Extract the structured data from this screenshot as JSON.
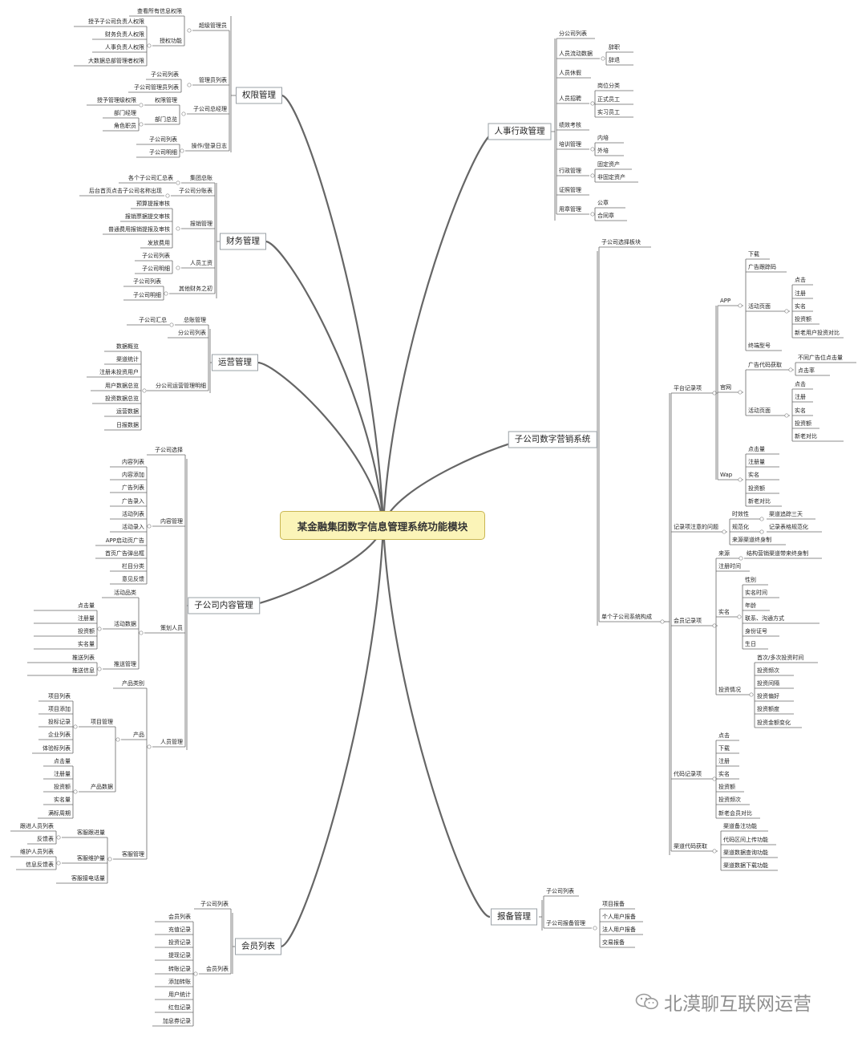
{
  "root": {
    "title": "某金融集团数字信息管理系统功能模块"
  },
  "colors": {
    "line": "#666666",
    "root_fill": "#fbf4b8",
    "root_border": "#c9b653",
    "watermark": "#8f8f8f"
  },
  "watermark": {
    "text": "北漠聊互联网运营",
    "icon": "wechat-icon"
  },
  "n": {
    "quanxian": "权限管理",
    "chaojiguanliyuan": "超级管理员",
    "chakansuoyou": "查看所有信息权限",
    "shouquangongneng": "授权功能",
    "shouyuzigongsi": "授予子公司负责人权限",
    "caiwufuzeren": "财务负责人权限",
    "renshifuzeren": "人事负责人权限",
    "dashuju": "大数据总部管理者权限",
    "guanliyuanliebiao": "管理员列表",
    "zigongsiliebiao": "子公司列表",
    "zigongsiguanliyuanliebiao": "子公司管理员列表",
    "zigongsizongjingli": "子公司总经理",
    "quanxianguanli": "权限管理",
    "shouyuguanlijiquanxian": "授予管理级权限",
    "bumenzonglan": "部门总览",
    "bumenjingli": "部门经理",
    "jiaosezhiyuan": "角色职员",
    "caozuodenglu": "操作/登录日志",
    "zigongsimingxi": "子公司明细",
    "caiwu": "财务管理",
    "jituanzongzhang": "集团总账",
    "gezigongsihuizong": "各个子公司汇总表",
    "zigongsifenzhang": "子公司分账表",
    "houtaishouye": "后台首页点击子公司名称出现",
    "baoxiaoguanli": "报销管理",
    "yusuantibao": "预算提报审核",
    "baoxiaoshenqing": "报销票据提交审核",
    "putongfeiyong": "普通费用报销提报及审核",
    "fafangfeiyong": "发放费用",
    "renyuangongzi": "人员工资",
    "zigongsimingxi2": "子公司明细",
    "qitacaiwu": "其他财务之初",
    "yunying": "运营管理",
    "zongzhangguanli": "总账管理",
    "zigongsihuizong": "子公司汇总",
    "fengongsiliebiao": "分公司列表",
    "fengongsiyunying": "分公司运营管理明细",
    "shujugailan": "数据概览",
    "qudaotongji": "渠道统计",
    "zhuceweitouzi": "注册未投资用户",
    "yonghushujuzonglan": "用户数据总览",
    "touzishujuzonglan": "投资数据总览",
    "yunyingshuju": "运营数据",
    "ribaoshuju": "日报数据",
    "neirong": "子公司内容管理",
    "zigongsixuanze": "子公司选择",
    "neirongguanli": "内容管理",
    "neirongliebiao": "内容列表",
    "neirongtianjia": "内容添加",
    "guanggaoliebiao": "广告列表",
    "guanggaoluru": "广告录入",
    "huodongliebiao": "活动列表",
    "huodongluru": "活动录入",
    "appqidongye": "APP启动页广告",
    "shouyetanchu": "首页广告弹出框",
    "lanmufenlei": "栏目分类",
    "yijianfankui": "意见反馈",
    "cehuarenyuan": "策划人员",
    "huodongpinlei": "活动品类",
    "huodongshuju": "活动数据",
    "dianjiliang": "点击量",
    "zhuceliang": "注册量",
    "touzie": "投资额",
    "shimingliang": "实名量",
    "tuisongguanli": "推送管理",
    "tuisongliebiao": "推送列表",
    "tuisongxinxi": "推送信息",
    "renyuanguanli": "人员管理",
    "chanpinleibie": "产品类别",
    "chanpin": "产品",
    "xiangmuguanli": "项目管理",
    "xiangmuliebiao": "项目列表",
    "xiangmutianjia": "项目添加",
    "toubiaojilu": "投标记录",
    "qiyeliebiao": "企业列表",
    "tiyanbiao": "体验标列表",
    "chanpinshuju": "产品数据",
    "manbiaozhouqi": "满标周期",
    "kefuguanli": "客服管理",
    "kefugenjin": "客服跟进量",
    "genjinrenyuan": "跟进人员列表",
    "fankuibiao": "反馈表",
    "kefuweihu": "客服维护量",
    "weihurenyuan": "维护人员列表",
    "xinxifankuibiao": "信息反馈表",
    "kefujiedian": "客服接电话量",
    "huiyuan": "会员列表",
    "huiyuanliebiao": "会员列表",
    "chongzhijilu": "充值记录",
    "touzijilu": "投资记录",
    "tixianjilu": "提现记录",
    "zhuanzhangjilu": "转账记录",
    "tianjiazhuanzhang": "添加转账",
    "yonghutongji": "用户统计",
    "hongbaojilu": "红包记录",
    "jiaxiquanjilu": "加息券记录",
    "renshi": "人事行政管理",
    "fengongsiliebiao2": "分公司列表",
    "renyuanliudong": "人员流动数据",
    "cizhi": "辞职",
    "cituì": "辞退",
    "renyuanxiujia": "人员休假",
    "renyuanzhaopin": "人员招聘",
    "gangweifenlei": "岗位分类",
    "zhengshiyuangong": "正式员工",
    "shixiyuangong": "实习员工",
    "jixiaokaohe": "绩效考核",
    "peixunguanli": "培训管理",
    "neipei": "内培",
    "waipei": "外培",
    "xingzhengguanli": "行政管理",
    "gudingzichan": "固定资产",
    "feigudingzichan": "非固定资产",
    "zhengzhaoguanli": "证照管理",
    "yongzhangguanli": "用章管理",
    "gongzhang": "公章",
    "hetongzhang": "合同章",
    "yingxiao": "子公司数字营销系统",
    "xuanzebankuai": "子公司选择板块",
    "pingtaijilu": "平台记录项",
    "app": "APP",
    "xiazai": "下载",
    "guanggaopeizhi": "广告跟踪码",
    "huodongyemian": "活动页面",
    "dianji": "点击",
    "zhuce": "注册",
    "shiming": "实名",
    "touzie2": "投资额",
    "xinlaoyonghu": "新老用户投资对比",
    "zhongduanxinghao": "终端型号",
    "guanwang": "官网",
    "guanggaodaima": "广告代码获取",
    "butongguanggao": "不同广告位点击量",
    "dianjilv": "点击率",
    "wap": "Wap",
    "dianjiliang2": "点击量",
    "zhuceliang2": "注册量",
    "xinlaoduibi": "新老对比",
    "jiluzhuyi": "记录项注意的问题",
    "shixiaoxing": "时效性",
    "qudaozhuizong": "渠道追踪三天",
    "guifanhua": "规范化",
    "jilubiaoge": "记录表格规范化",
    "laiyuanqudao": "来源渠道终身制",
    "gouchengxiang": "单个子公司系统构成",
    "huiyuanjilu": "会员记录项",
    "laiyuan": "来源",
    "jiegouyingxiao": "结构营销渠道带来终身制",
    "zhuceshijian": "注册时间",
    "shiming2": "实名",
    "xingbie": "性别",
    "shimingshijian": "实名时间",
    "nianling": "年龄",
    "lianxifangshi": "联系、沟通方式",
    "shenfenzheng": "身份证号",
    "shengri": "生日",
    "touziqingkuang": "投资情况",
    "shouci": "首次/多次投资时间",
    "touzipinci": "投资频次",
    "touzijiange": "投资间隔",
    "touzipianhao": "投资偏好",
    "touziedu": "投资额度",
    "touzijinebianhua": "投资金额变化",
    "daimajilu": "代码记录项",
    "touzipinci2": "投资频次",
    "xinlaohuiyuan": "新老会员对比",
    "qudaodaima": "渠道代码获取",
    "qudaobeizhu": "渠道备注功能",
    "daimaqujian": "代码区间上传功能",
    "qudaochaxun": "渠道数据查询功能",
    "qudaoxiazai": "渠道数据下载功能",
    "baobei": "报备管理",
    "zigongsiliebiao3": "子公司列表",
    "zigongsibaobei": "子公司报备管理",
    "xiangmubaobei": "项目报备",
    "gerenyonghu": "个人用户报备",
    "farenyonghu": "法人用户报备",
    "jiaoyibaobei": "交易报备"
  }
}
